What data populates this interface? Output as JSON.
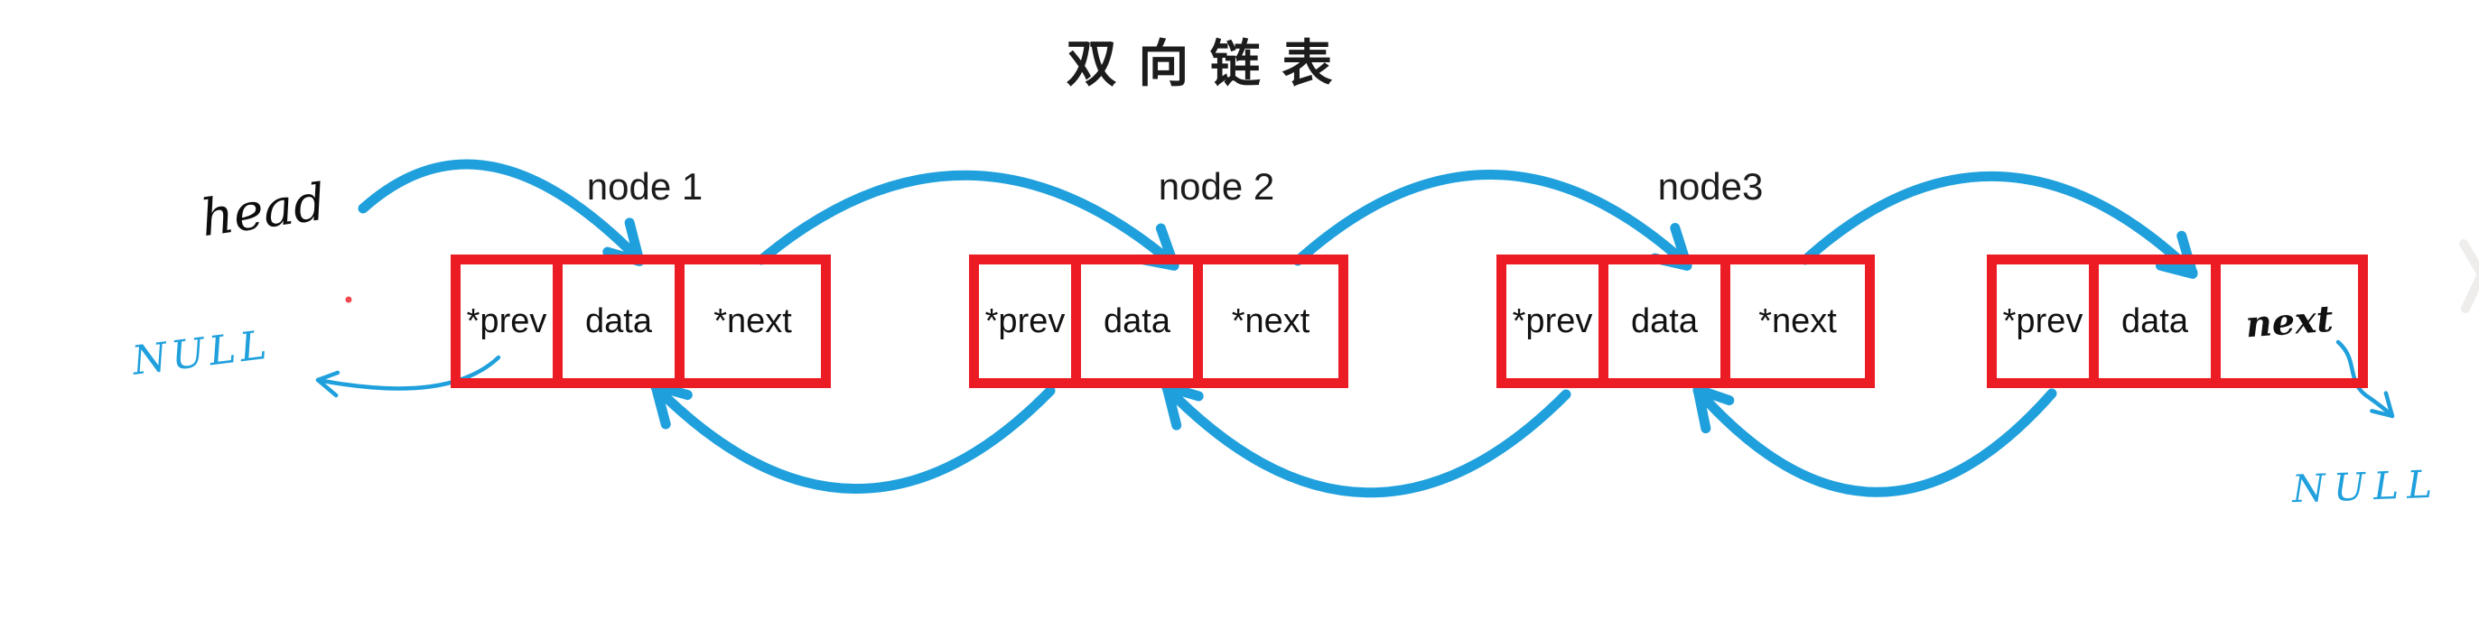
{
  "title": "双 向 链 表",
  "head_label": "head",
  "null_left": "NULL",
  "null_right": "NULL",
  "nodes": [
    {
      "label": "node 1",
      "cells": {
        "prev": "*prev",
        "data": "data",
        "next": "*next"
      }
    },
    {
      "label": "node 2",
      "cells": {
        "prev": "*prev",
        "data": "data",
        "next": "*next"
      }
    },
    {
      "label": "node3",
      "cells": {
        "prev": "*prev",
        "data": "data",
        "next": "*next"
      }
    },
    {
      "label": "",
      "cells": {
        "prev": "*prev",
        "data": "data",
        "next": "next"
      }
    }
  ],
  "arrows": [
    "head-to-node1",
    "node1-next-to-node2",
    "node2-next-to-node3",
    "node3-next-to-node4",
    "node2-prev-to-node1",
    "node3-prev-to-node2",
    "node4-prev-to-node3",
    "node1-prev-to-null",
    "node4-next-to-null"
  ],
  "colors": {
    "box_red": "#EC1C24",
    "arrow_blue": "#1FA0DC",
    "ink_black": "#1A1A1A",
    "chevron_gray": "#EFEDEB"
  }
}
